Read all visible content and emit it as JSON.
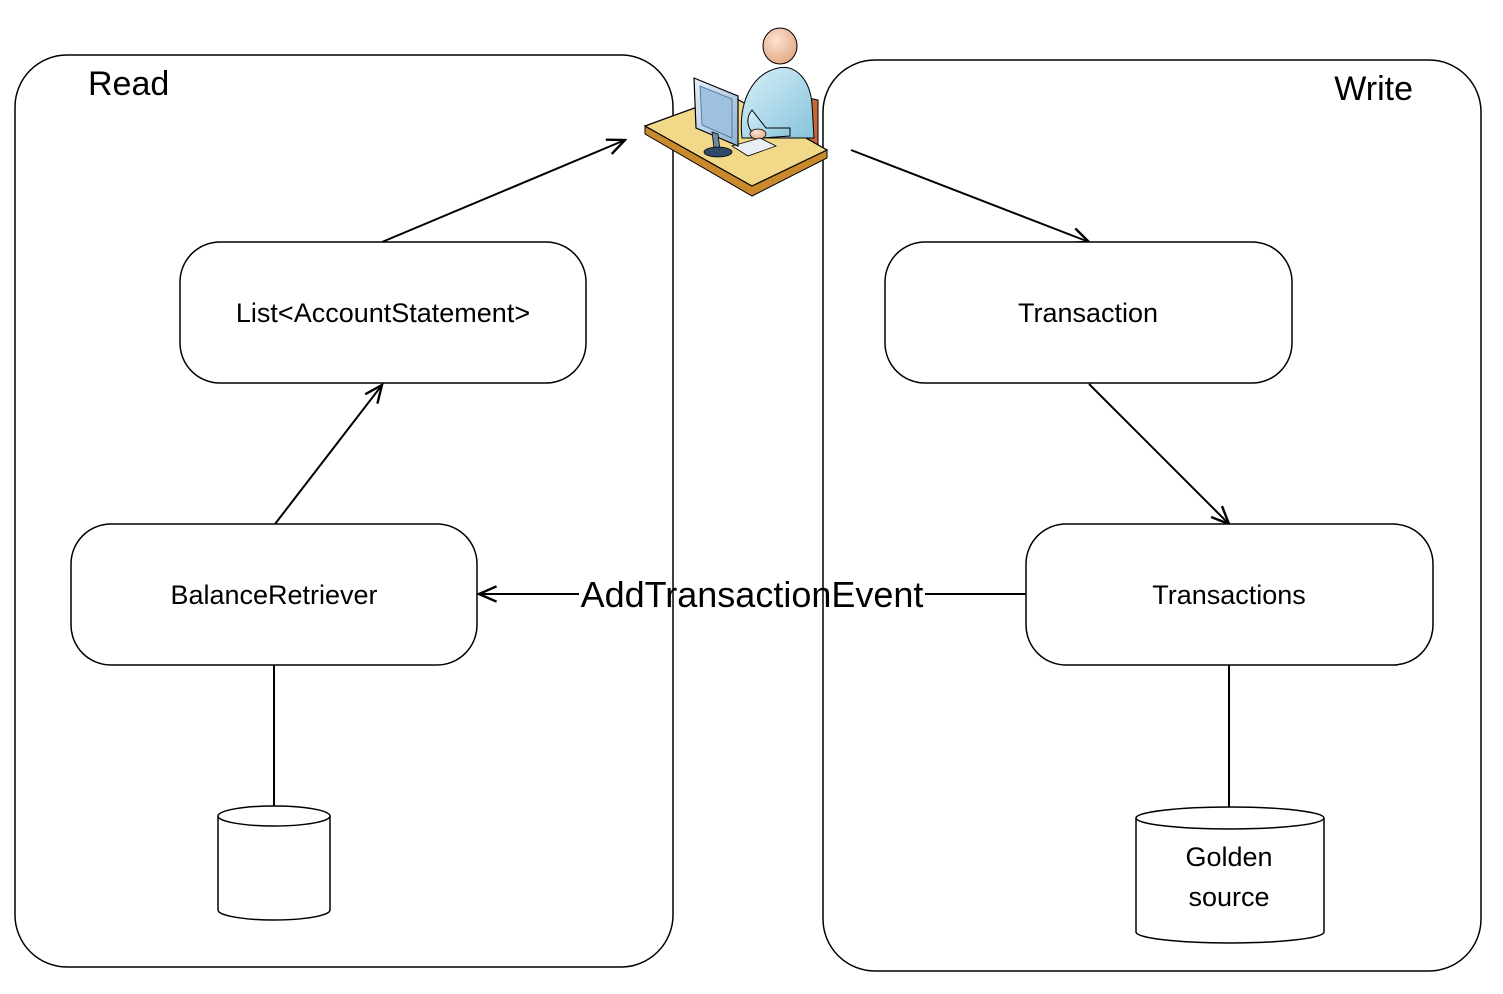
{
  "panels": {
    "read": {
      "title": "Read"
    },
    "write": {
      "title": "Write"
    }
  },
  "nodes": {
    "account_statements": {
      "label": "List<AccountStatement>"
    },
    "balance_retriever": {
      "label": "BalanceRetriever"
    },
    "transaction": {
      "label": "Transaction"
    },
    "transactions": {
      "label": "Transactions"
    }
  },
  "databases": {
    "read_store": {
      "line1": "",
      "line2": ""
    },
    "golden_source": {
      "line1": "Golden",
      "line2": "source"
    }
  },
  "edges": {
    "event": {
      "label": "AddTransactionEvent"
    }
  },
  "icons": {
    "user": "user-at-workstation-icon"
  },
  "colors": {
    "stroke": "#000000",
    "background": "#ffffff",
    "desk_top": "#f2d98a",
    "desk_side": "#c98a2e",
    "person": "#a8d8ea",
    "monitor": "#b7d0e8"
  }
}
